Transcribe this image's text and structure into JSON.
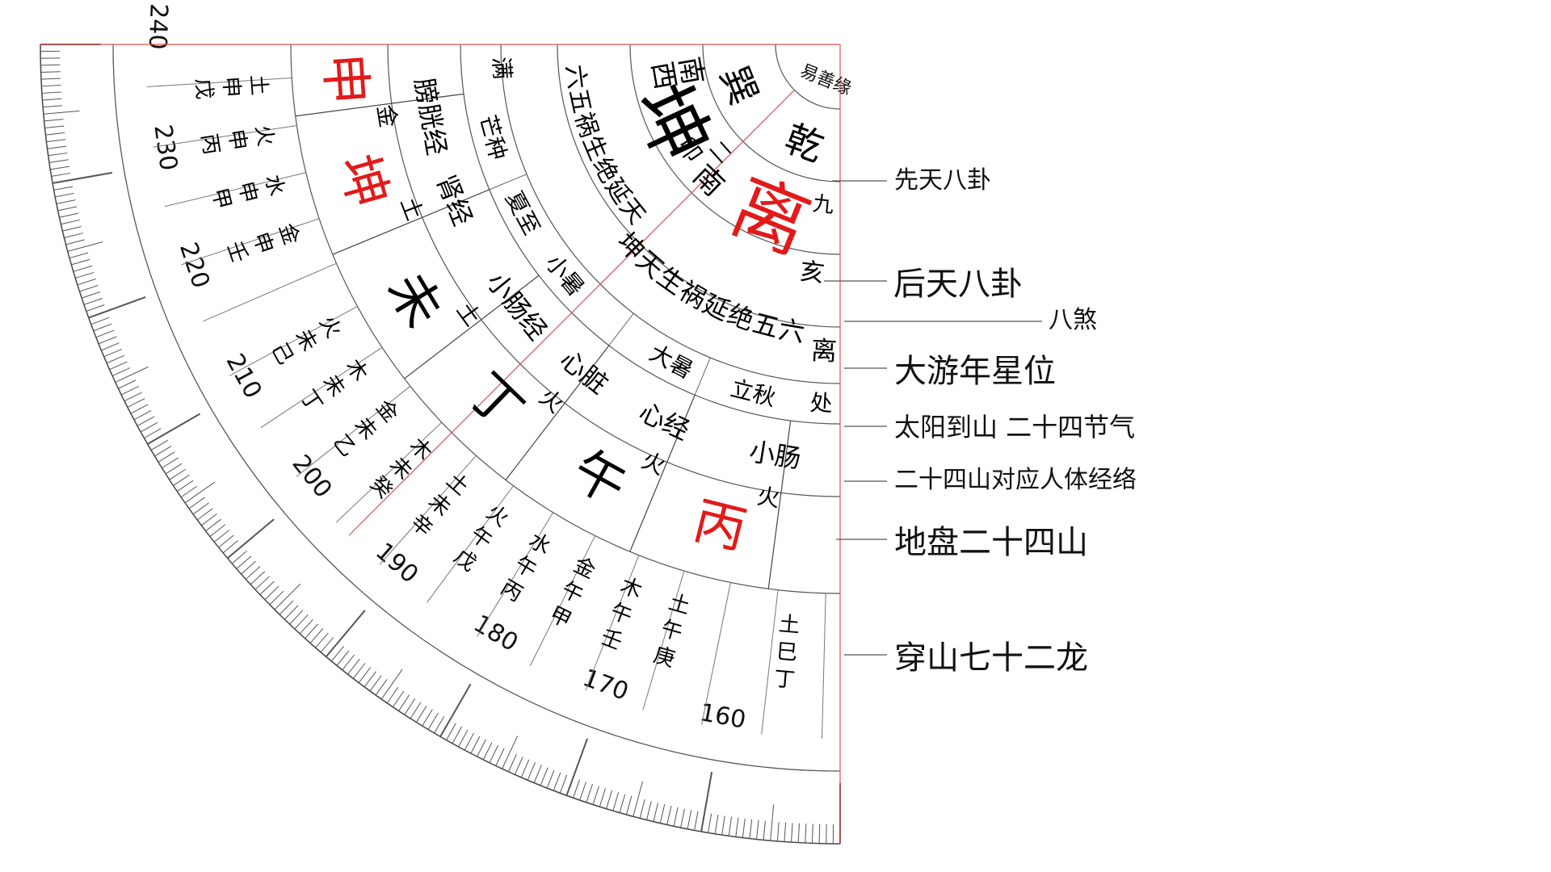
{
  "watermark": "易善缘",
  "degree_labels": [
    "240",
    "230",
    "220",
    "210",
    "200",
    "190",
    "180",
    "170",
    "160"
  ],
  "rings": {
    "xiantian": {
      "items": [
        "巽",
        "乾"
      ],
      "colors": [
        "#000000",
        "#000000"
      ]
    },
    "houtian": {
      "items": [
        "坤",
        "离"
      ],
      "numbers": [
        "二",
        "九"
      ],
      "colors": [
        "#000000",
        "#e21a1a"
      ]
    },
    "direction_names": {
      "items": [
        "西南",
        "南"
      ]
    },
    "directions_small": {
      "items": [
        "卯",
        "亥"
      ]
    },
    "bagua_star": {
      "items": [
        "满",
        "六五祸生绝延天",
        "坤天生祸延绝五六",
        "离"
      ]
    },
    "jieqi": {
      "items": [
        "芒种",
        "夏至",
        "小暑",
        "大暑",
        "立秋",
        "处"
      ]
    },
    "jingluo": {
      "items": [
        "膀胱经",
        "肾经",
        "小肠经",
        "心脏",
        "心经",
        "小肠"
      ]
    },
    "shan": {
      "items": [
        {
          "char": "申",
          "element": "金",
          "color": "#e21a1a"
        },
        {
          "char": "坤",
          "element": "土",
          "color": "#e21a1a"
        },
        {
          "char": "未",
          "element": "土",
          "color": "#000000"
        },
        {
          "char": "丁",
          "element": "火",
          "color": "#000000"
        },
        {
          "char": "午",
          "element": "火",
          "color": "#000000"
        },
        {
          "char": "丙",
          "element": "火",
          "color": "#e21a1a"
        }
      ]
    },
    "dragons": {
      "items": [
        "戊申土",
        "丙申火",
        "甲申水",
        "壬申金",
        "",
        "己未火",
        "丁未木",
        "乙未金",
        "癸未木",
        "辛未土",
        "戊午火",
        "丙午水",
        "甲午金",
        "壬午木",
        "庚午土",
        "",
        "丁巳土"
      ]
    }
  },
  "callouts": [
    {
      "label": "先天八卦"
    },
    {
      "label": "后天八卦"
    },
    {
      "label": "八煞"
    },
    {
      "label": "大游年星位"
    },
    {
      "label": "太阳到山 二十四节气"
    },
    {
      "label": "二十四山对应人体经络"
    },
    {
      "label": "地盘二十四山"
    },
    {
      "label": "穿山七十二龙"
    }
  ]
}
